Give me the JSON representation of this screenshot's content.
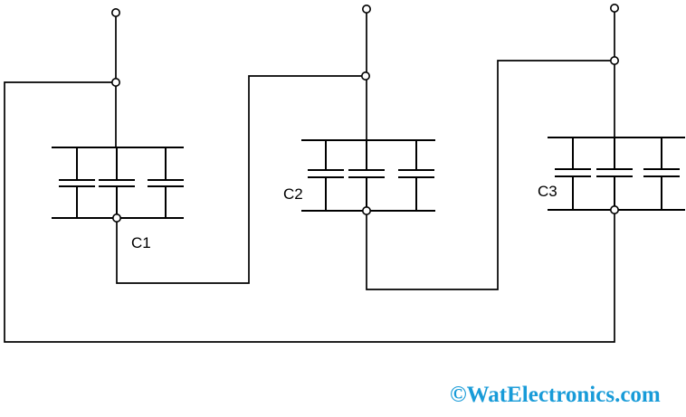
{
  "canvas": {
    "background": "#ffffff",
    "line_color": "#000000"
  },
  "diagram": {
    "phase_terminals": 3,
    "banks": [
      {
        "label": "C1",
        "capacitors_in_parallel": 3
      },
      {
        "label": "C2",
        "capacitors_in_parallel": 3
      },
      {
        "label": "C3",
        "capacitors_in_parallel": 3
      }
    ]
  },
  "watermark": {
    "text": "©WatElectronics.com",
    "color": "#189BD8"
  }
}
